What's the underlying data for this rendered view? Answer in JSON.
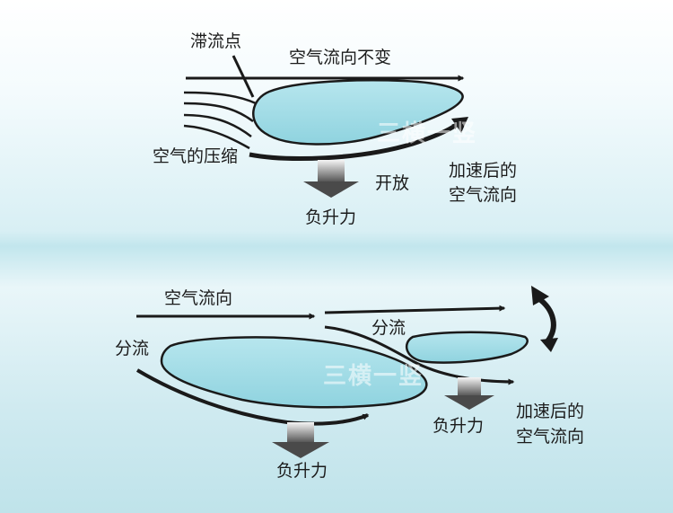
{
  "top": {
    "stagnation_label": "滞流点",
    "airflow_label": "空气流向不变",
    "compression_label": "空气的压缩",
    "open_label": "开放",
    "accel_label_line1": "加速后的",
    "accel_label_line2": "空气流向",
    "downforce_label": "负升力"
  },
  "bottom": {
    "airflow_label": "空气流向",
    "split_label_left": "分流",
    "split_label_right": "分流",
    "downforce_label_left": "负升力",
    "downforce_label_right": "负升力",
    "accel_label_line1": "加速后的",
    "accel_label_line2": "空气流向"
  },
  "colors": {
    "wing_fill": "#9fdbe6",
    "wing_stroke": "#1a1a1a",
    "arrow": "#1a1a1a",
    "down_arrow_dark": "#555555",
    "down_arrow_light": "#f0f0f0"
  },
  "icons": {
    "rotate": "curved-double-arrow-icon",
    "down": "gradient-down-arrow-icon"
  },
  "watermark": "三横一竖"
}
